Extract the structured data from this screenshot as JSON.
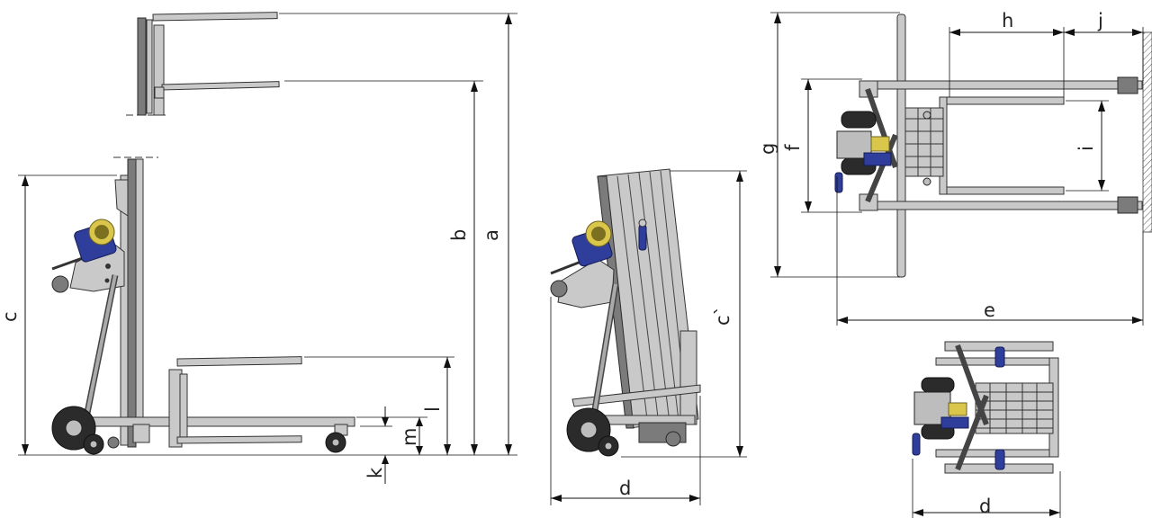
{
  "labels": {
    "a": "a",
    "b": "b",
    "c": "c",
    "c_prime": "c`",
    "d_side": "d",
    "d_top": "d",
    "e": "e",
    "f": "f",
    "g": "g",
    "h": "h",
    "i": "i",
    "j": "j",
    "k": "k",
    "l": "l",
    "m": "m"
  },
  "colors": {
    "motor_blue": "#2f3d9b",
    "steel_gray": "#c9c9c9",
    "frame_dark": "#7b7b7b",
    "tire_black": "#2b2b2b",
    "accent_yellow": "#d9c64a"
  }
}
